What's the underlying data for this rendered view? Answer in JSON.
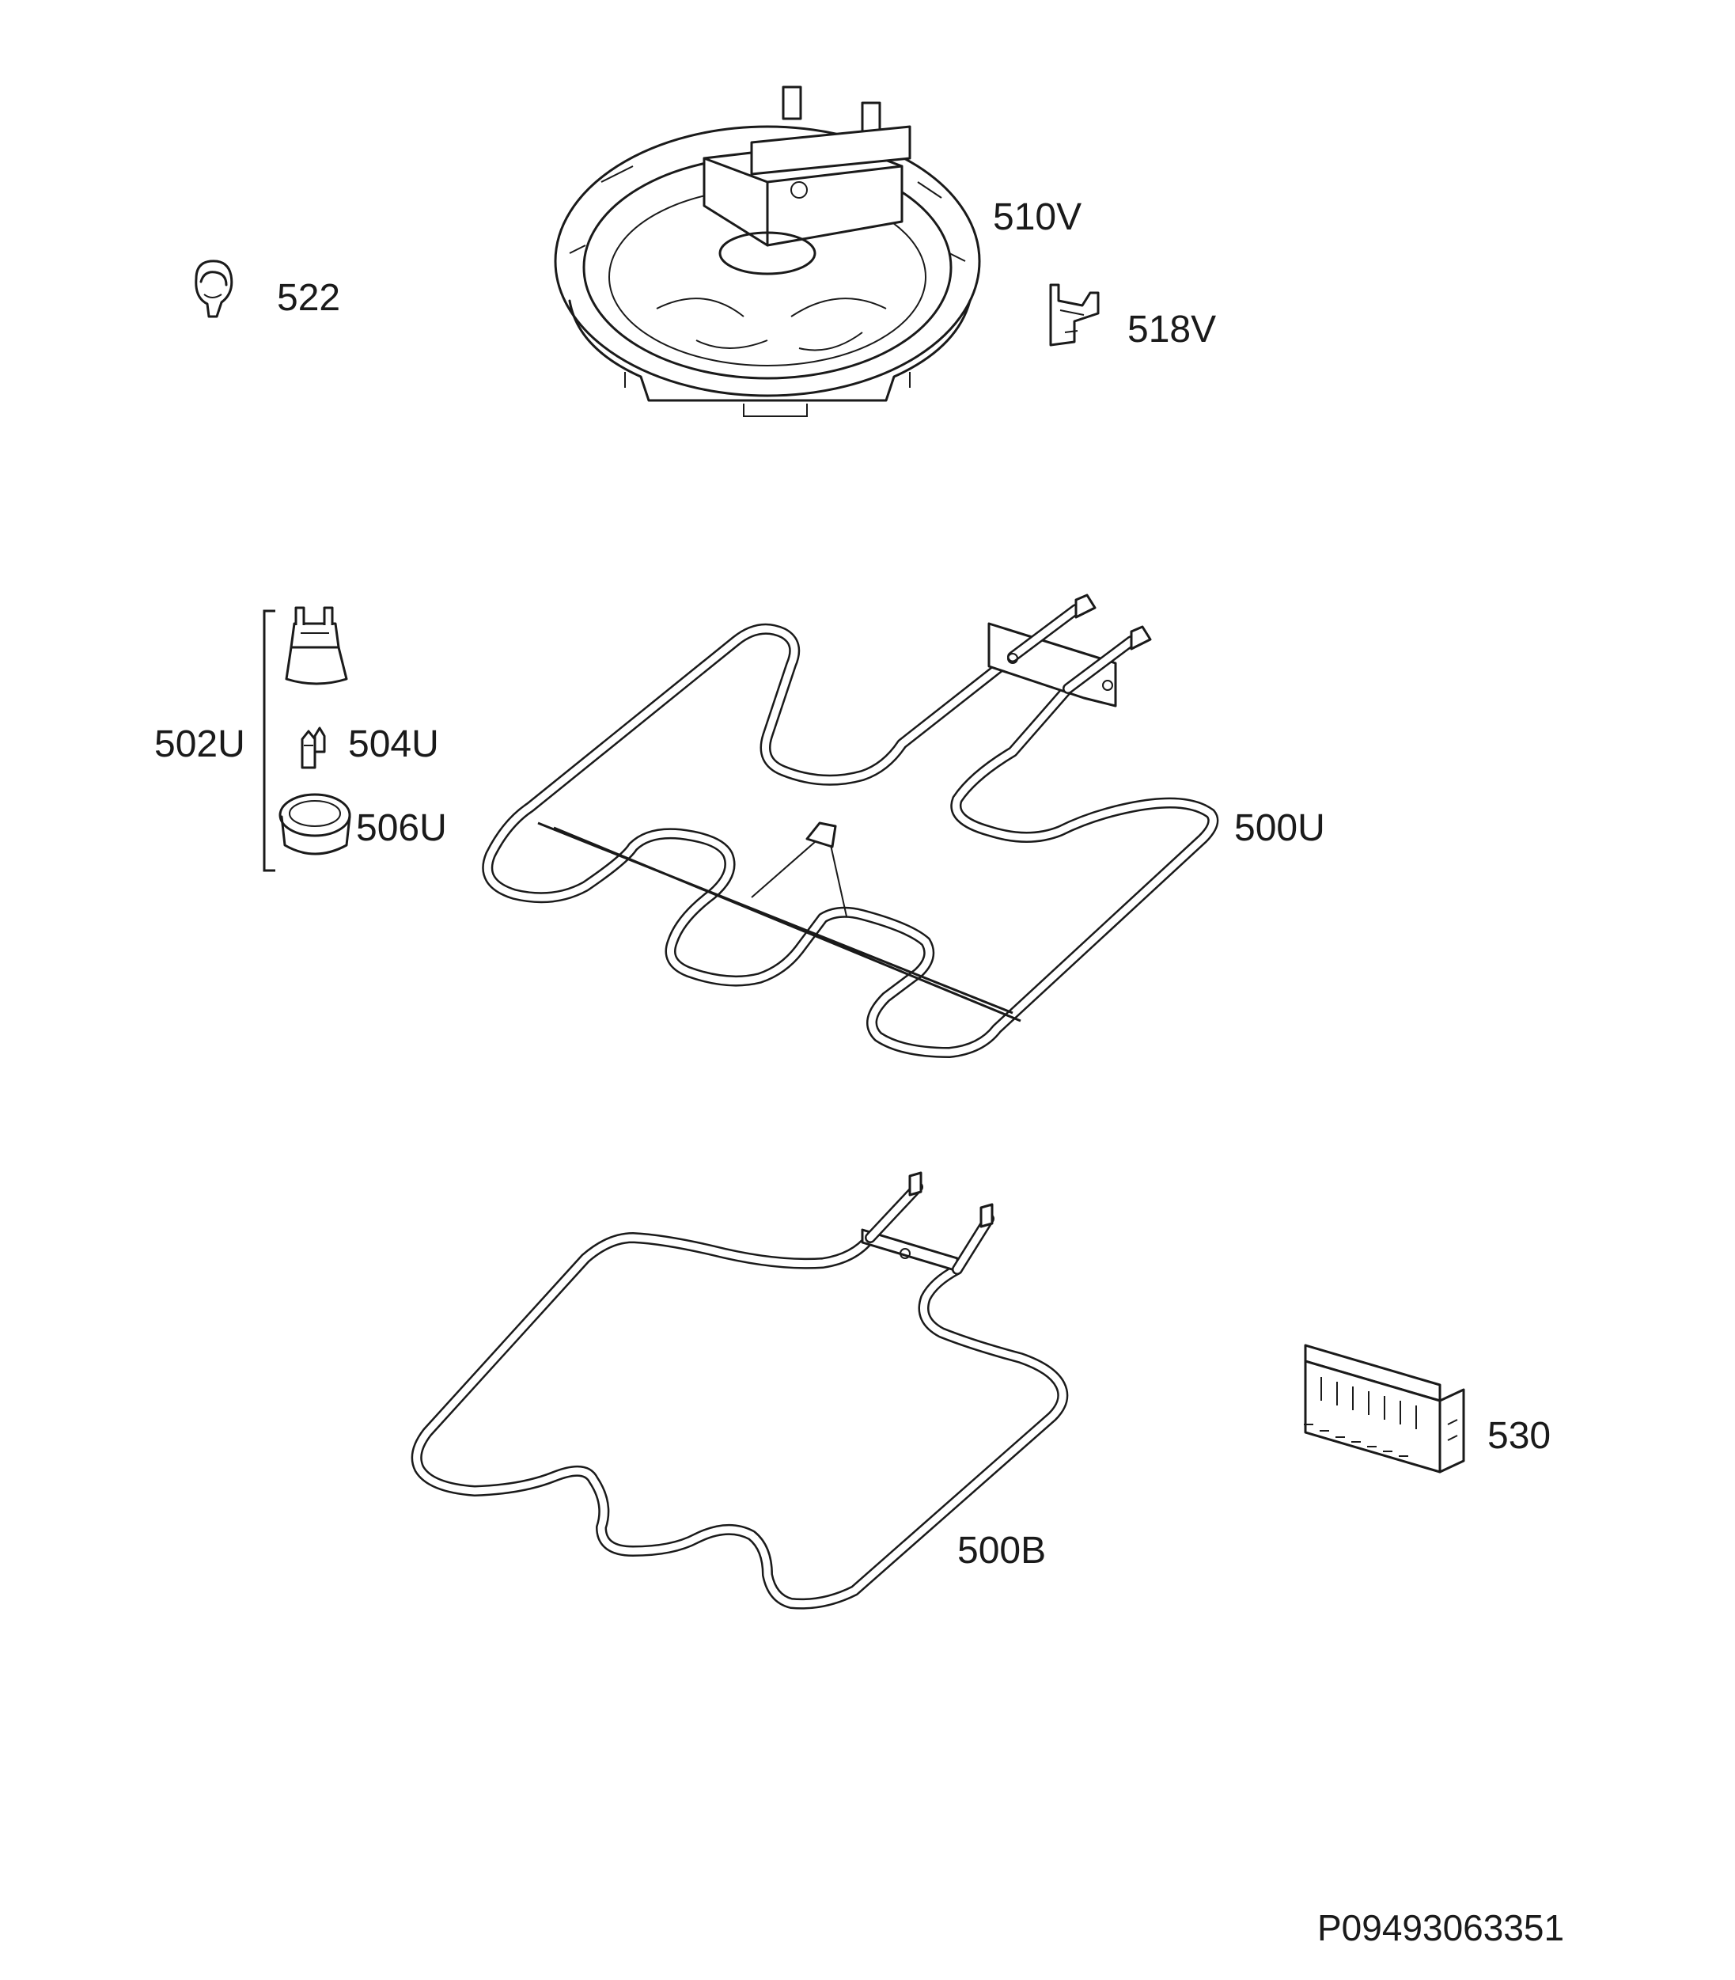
{
  "labels": {
    "p522": "522",
    "p510v": "510V",
    "p518v": "518V",
    "p502u": "502U",
    "p504u": "504U",
    "p506u": "506U",
    "p500u": "500U",
    "p500b": "500B",
    "p530": "530"
  },
  "drawing_code": "P09493063351"
}
